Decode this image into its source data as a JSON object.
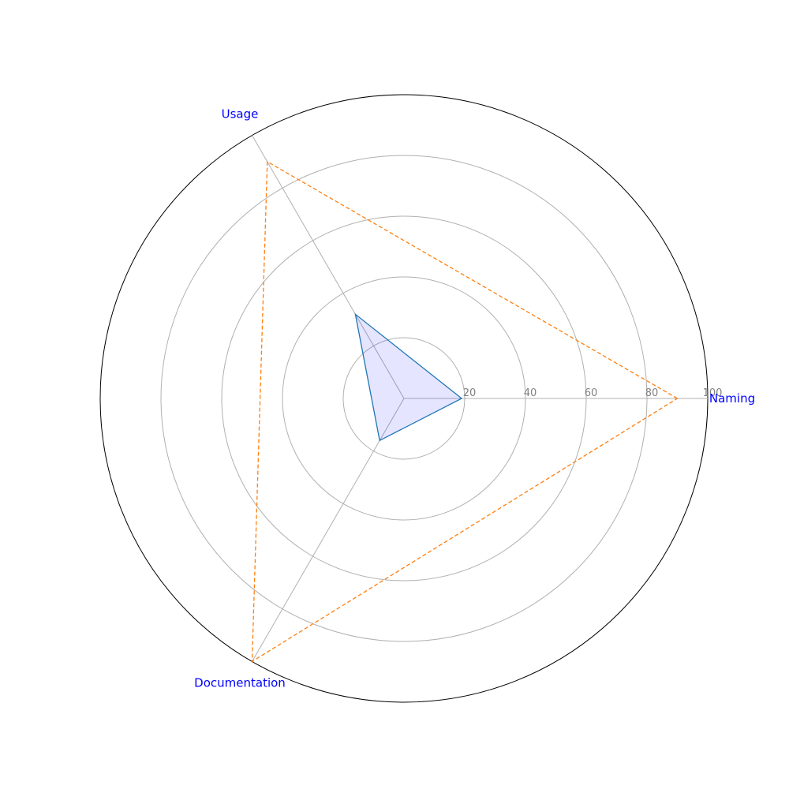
{
  "chart_data": {
    "type": "radar",
    "axes": [
      "Naming",
      "Usage",
      "Documentation"
    ],
    "rlim": [
      0,
      100
    ],
    "rticks": [
      20,
      40,
      60,
      80,
      100
    ],
    "grid": true,
    "series": [
      {
        "values": [
          19,
          32,
          16
        ],
        "color": "#1f77b4",
        "fill": "#0000ff",
        "fill_opacity": 0.1,
        "line_style": "solid"
      },
      {
        "values": [
          90,
          90,
          100
        ],
        "color": "#ff7f0e",
        "line_style": "dashed"
      }
    ]
  }
}
